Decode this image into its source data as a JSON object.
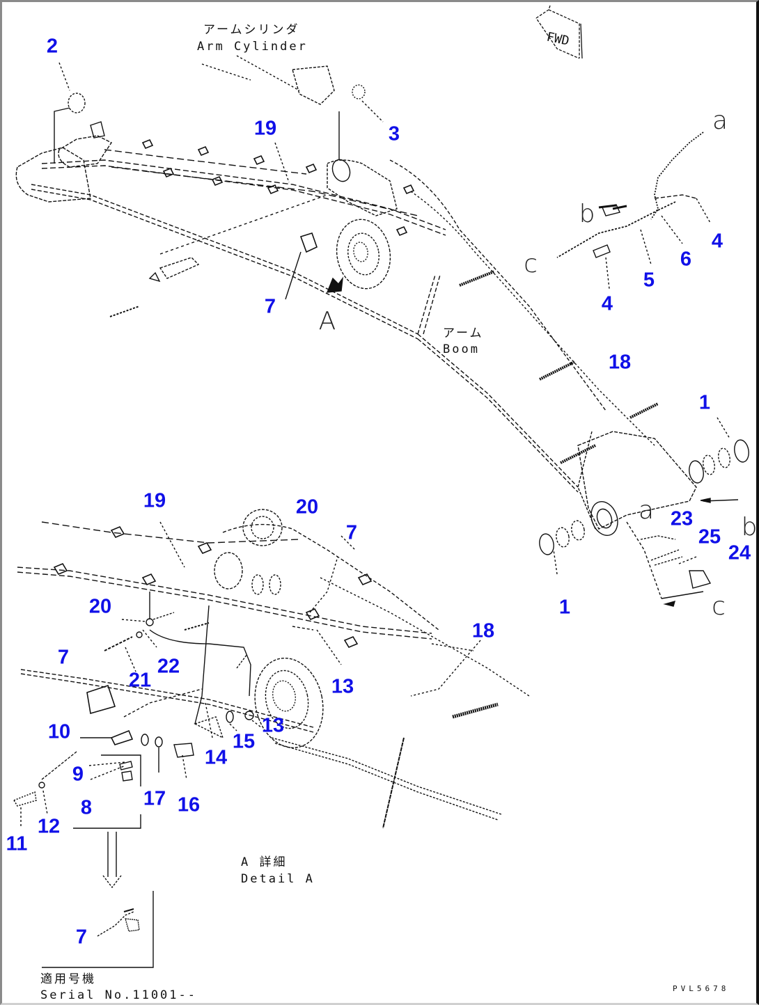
{
  "diagram": {
    "title_labels": {
      "arm_cylinder_jp": "アームシリンダ",
      "arm_cylinder_en": "Arm Cylinder",
      "boom_jp": "アーム",
      "boom_en": "Boom",
      "detail_jp": "A 詳細",
      "detail_en": "Detail A",
      "serial_jp": "適用号機",
      "serial_en": "Serial No.11001--",
      "fwd_marker": "FWD",
      "drawing_code": "PVL5678"
    },
    "view_letter": "A",
    "connector_letters": {
      "a_top": "a",
      "b_top": "b",
      "c_top": "c",
      "a_bottom": "a",
      "b_bottom": "b",
      "c_bottom": "c"
    },
    "callouts": {
      "c2": "2",
      "c3": "3",
      "c19_top": "19",
      "c7_top": "7",
      "c4_right": "4",
      "c6": "6",
      "c5": "5",
      "c4_left": "4",
      "c18_top": "18",
      "c1_top": "1",
      "c23": "23",
      "c25": "25",
      "c24": "24",
      "c1_bottom": "1",
      "c19_bottom": "19",
      "c20_top": "20",
      "c7_mid": "7",
      "c20_left": "20",
      "c22": "22",
      "c21": "21",
      "c7_left": "7",
      "c18_bottom": "18",
      "c13_right": "13",
      "c13_left": "13",
      "c10": "10",
      "c15": "15",
      "c14": "14",
      "c9": "9",
      "c8": "8",
      "c17": "17",
      "c16": "16",
      "c11": "11",
      "c12": "12",
      "c7_serial": "7"
    },
    "colors": {
      "callout": "#1010e8",
      "line": "#111111",
      "background": "#ffffff"
    }
  }
}
